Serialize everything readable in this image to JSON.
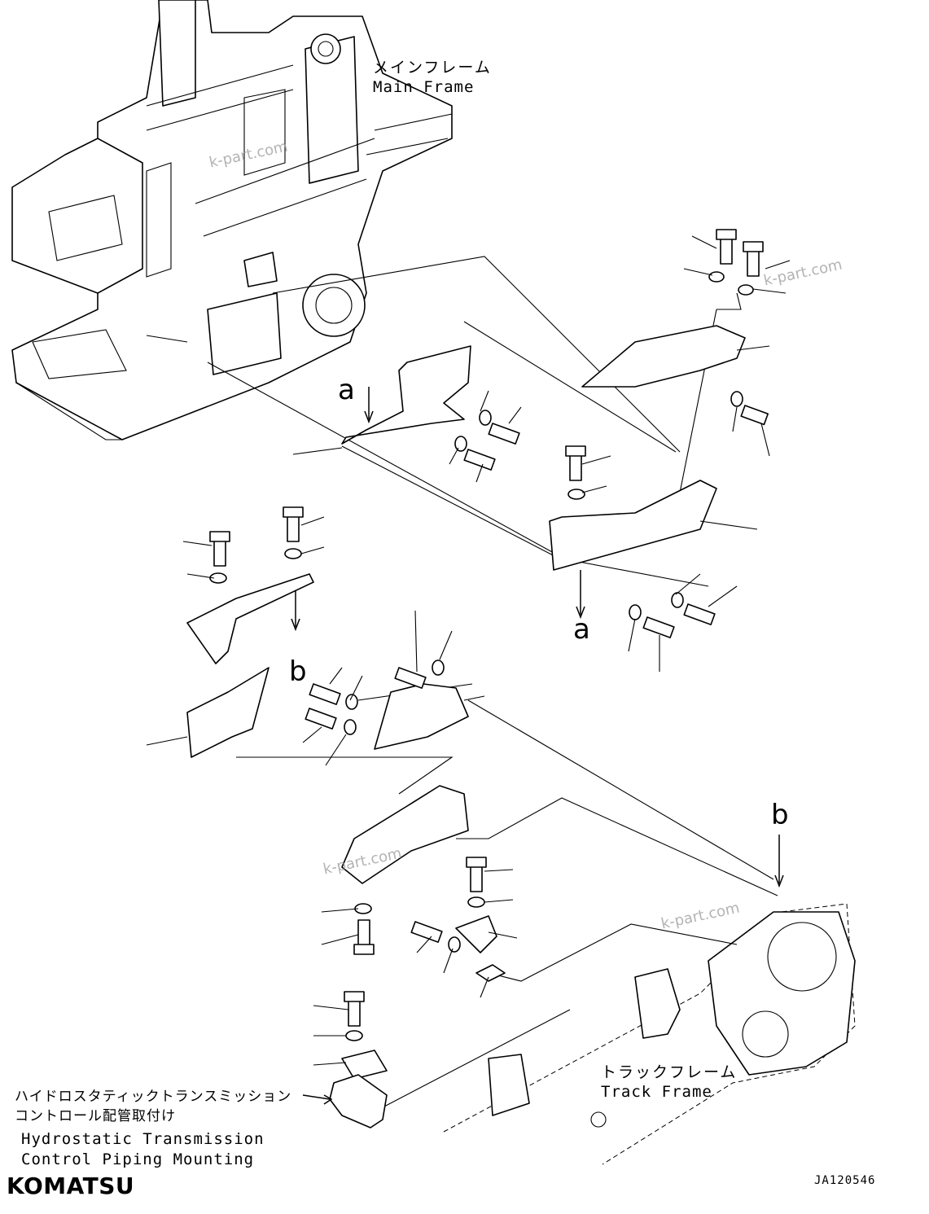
{
  "labels": {
    "main_frame_jp": "メインフレーム",
    "main_frame_en": "Main Frame",
    "track_frame_jp": "トラックフレーム",
    "track_frame_en": "Track Frame",
    "assembly_jp_line1": "ハイドロスタティックトランスミッション",
    "assembly_jp_line2": "コントロール配管取付け",
    "assembly_en_line1": "Hydrostatic Transmission",
    "assembly_en_line2": "Control Piping Mounting"
  },
  "markers": {
    "a_upper": "a",
    "a_lower": "a",
    "b_left": "b",
    "b_right": "b"
  },
  "watermarks": {
    "w1": "k-part.com",
    "w2": "k-part.com",
    "w3": "k-part.com",
    "w4": "k-part.com"
  },
  "brand": {
    "logo": "KOMATSU"
  },
  "figure_code": "JA120546"
}
